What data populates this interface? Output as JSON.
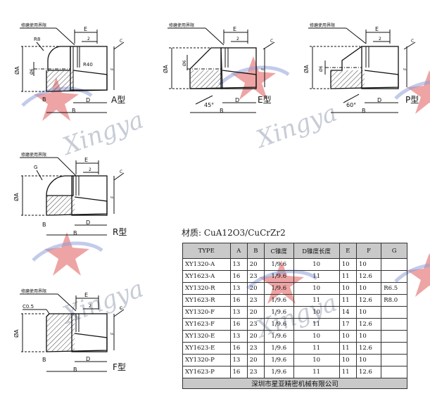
{
  "labels": {
    "limit": "修磨使用界限",
    "E": "E",
    "two": "2",
    "C": "C",
    "F": "F",
    "D": "D",
    "B": "B",
    "A": "A",
    "phiA": "ØA",
    "phi6": "Ø6",
    "R8": "R8",
    "R40": "R40",
    "G": "G",
    "C05": "C0.5",
    "deg45": "45°",
    "deg60": "60°"
  },
  "types": {
    "A": "A型",
    "E": "E型",
    "P": "P型",
    "R": "R型",
    "F": "F型"
  },
  "watermark": "Xingya",
  "material": "材质: CuA12O3/CuCrZr2",
  "table": {
    "headers": [
      "TYPE",
      "A",
      "B",
      "C锥度",
      "D锥度长度",
      "E",
      "F",
      "G"
    ],
    "rows": [
      [
        "XY1320-A",
        "13",
        "20",
        "1/9.6",
        "10",
        "10",
        "10",
        ""
      ],
      [
        "XY1623-A",
        "16",
        "23",
        "1/9.6",
        "11",
        "11",
        "12.6",
        ""
      ],
      [
        "XY1320-R",
        "13",
        "20",
        "1/9.6",
        "10",
        "10",
        "10",
        "R6.5"
      ],
      [
        "XY1623-R",
        "16",
        "23",
        "1/9.6",
        "11",
        "11",
        "12.6",
        "R8.0"
      ],
      [
        "XY1320-F",
        "13",
        "20",
        "1/9.6",
        "10",
        "14",
        "10",
        ""
      ],
      [
        "XY1623-F",
        "16",
        "23",
        "1/9.6",
        "11",
        "17",
        "12.6",
        ""
      ],
      [
        "XY1320-E",
        "13",
        "20",
        "1/9.6",
        "10",
        "10",
        "10",
        ""
      ],
      [
        "XY1623-E",
        "16",
        "23",
        "1/9.6",
        "11",
        "11",
        "12.6",
        ""
      ],
      [
        "XY1320-P",
        "13",
        "20",
        "1/9.6",
        "10",
        "10",
        "10",
        ""
      ],
      [
        "XY1623-P",
        "16",
        "23",
        "1/9.6",
        "11",
        "11",
        "12.6",
        ""
      ]
    ],
    "footer": "深圳市星亚精密机械有限公司"
  },
  "colors": {
    "star_red": "#e05a5a",
    "star_blue": "#8fa0d8",
    "hatch": "#444444",
    "table_header": "#c9c9c9"
  }
}
